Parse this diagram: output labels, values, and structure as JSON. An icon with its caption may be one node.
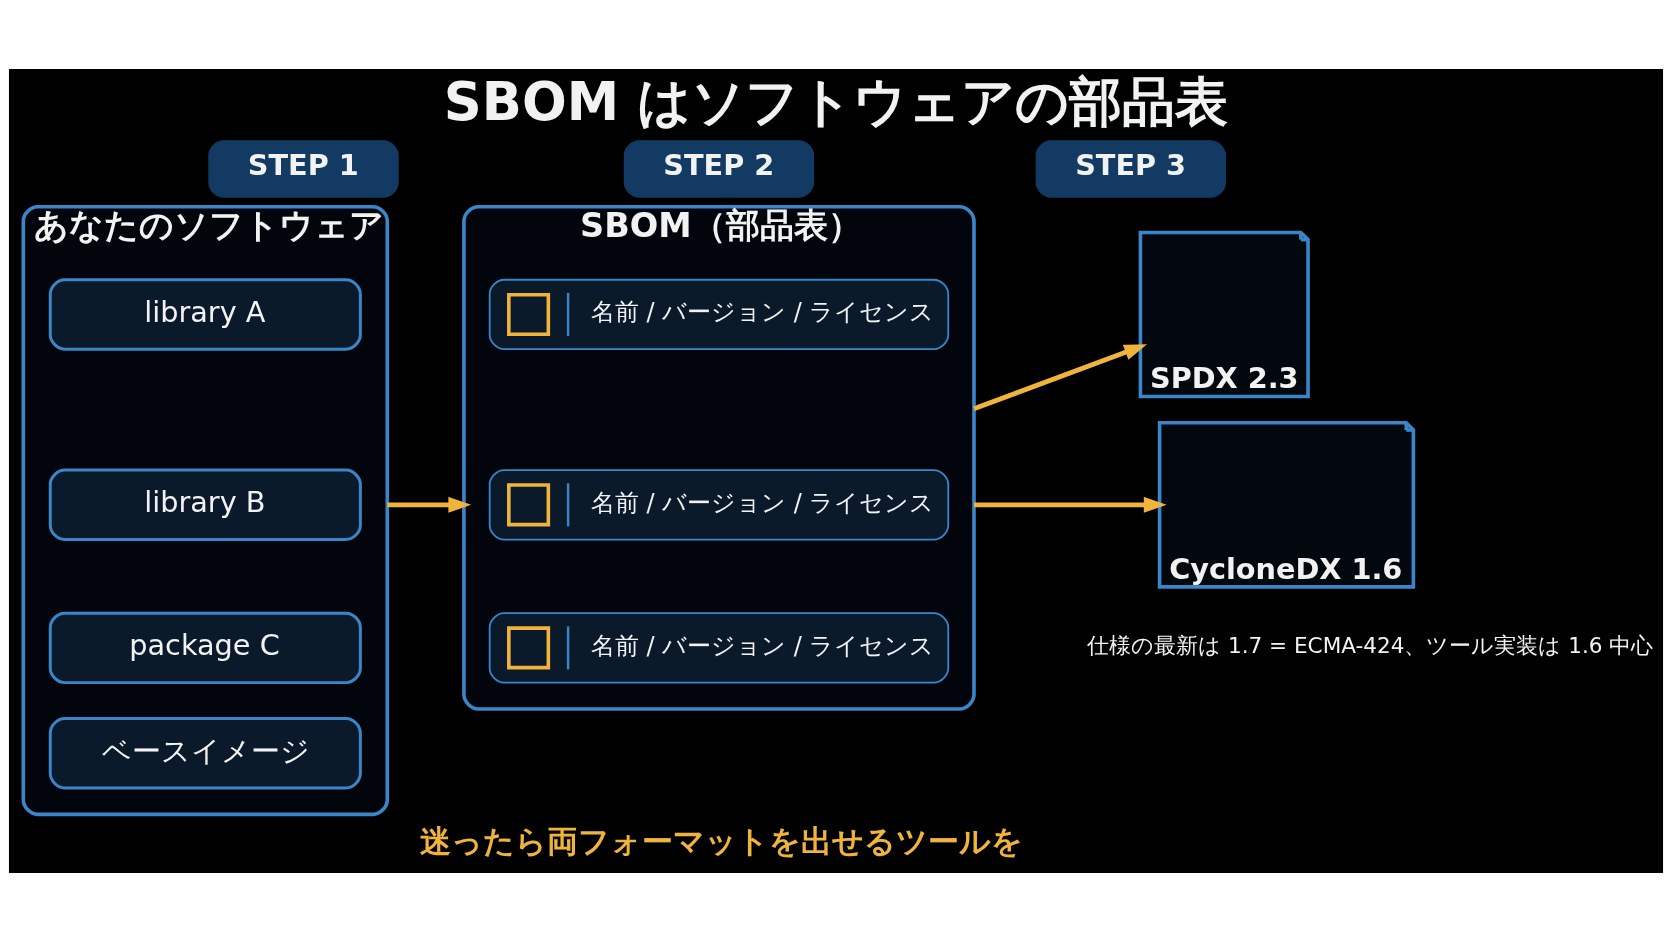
{
  "diagram": {
    "title": "SBOM はソフトウェアの部品表",
    "nodes": [
      {
        "text": [
          "STEP 1"
        ]
      },
      {
        "text": [
          "あなたのソフトウェア"
        ]
      },
      {
        "text": [
          "library A"
        ],
        "in": 1
      },
      {
        "text": [
          "library B"
        ],
        "in": 1
      },
      {
        "text": [
          "package C"
        ],
        "in": 1
      },
      {
        "text": [
          "ベースイメージ"
        ],
        "in": 1
      },
      {
        "text": [
          "STEP 2"
        ]
      },
      {
        "text": [
          "SBOM（部品表）"
        ]
      },
      {
        "text": [
          "名前 / バージョン / ライセンス"
        ],
        "in": 7
      },
      {
        "text": [
          "名前 / バージョン / ライセンス"
        ],
        "in": 7
      },
      {
        "text": [
          "名前 / バージョン / ライセンス"
        ],
        "in": 7
      },
      {
        "text": [
          "STEP 3"
        ]
      },
      {
        "text": [
          "SPDX 2.3"
        ]
      },
      {
        "text": [
          "CycloneDX 1.6"
        ],
        "beside": [
          "仕様の最新は 1.7 = ECMA-424、ツール実装は 1.6 中心"
        ]
      }
    ],
    "edges": [
      {
        "from": 1,
        "to": 7,
        "arrow": "to"
      },
      {
        "from": 7,
        "to": 12,
        "arrow": "to"
      },
      {
        "from": 7,
        "to": 13,
        "arrow": "to"
      }
    ],
    "labels": [
      "迷ったら両フォーマットを出せるツールを"
    ]
  }
}
